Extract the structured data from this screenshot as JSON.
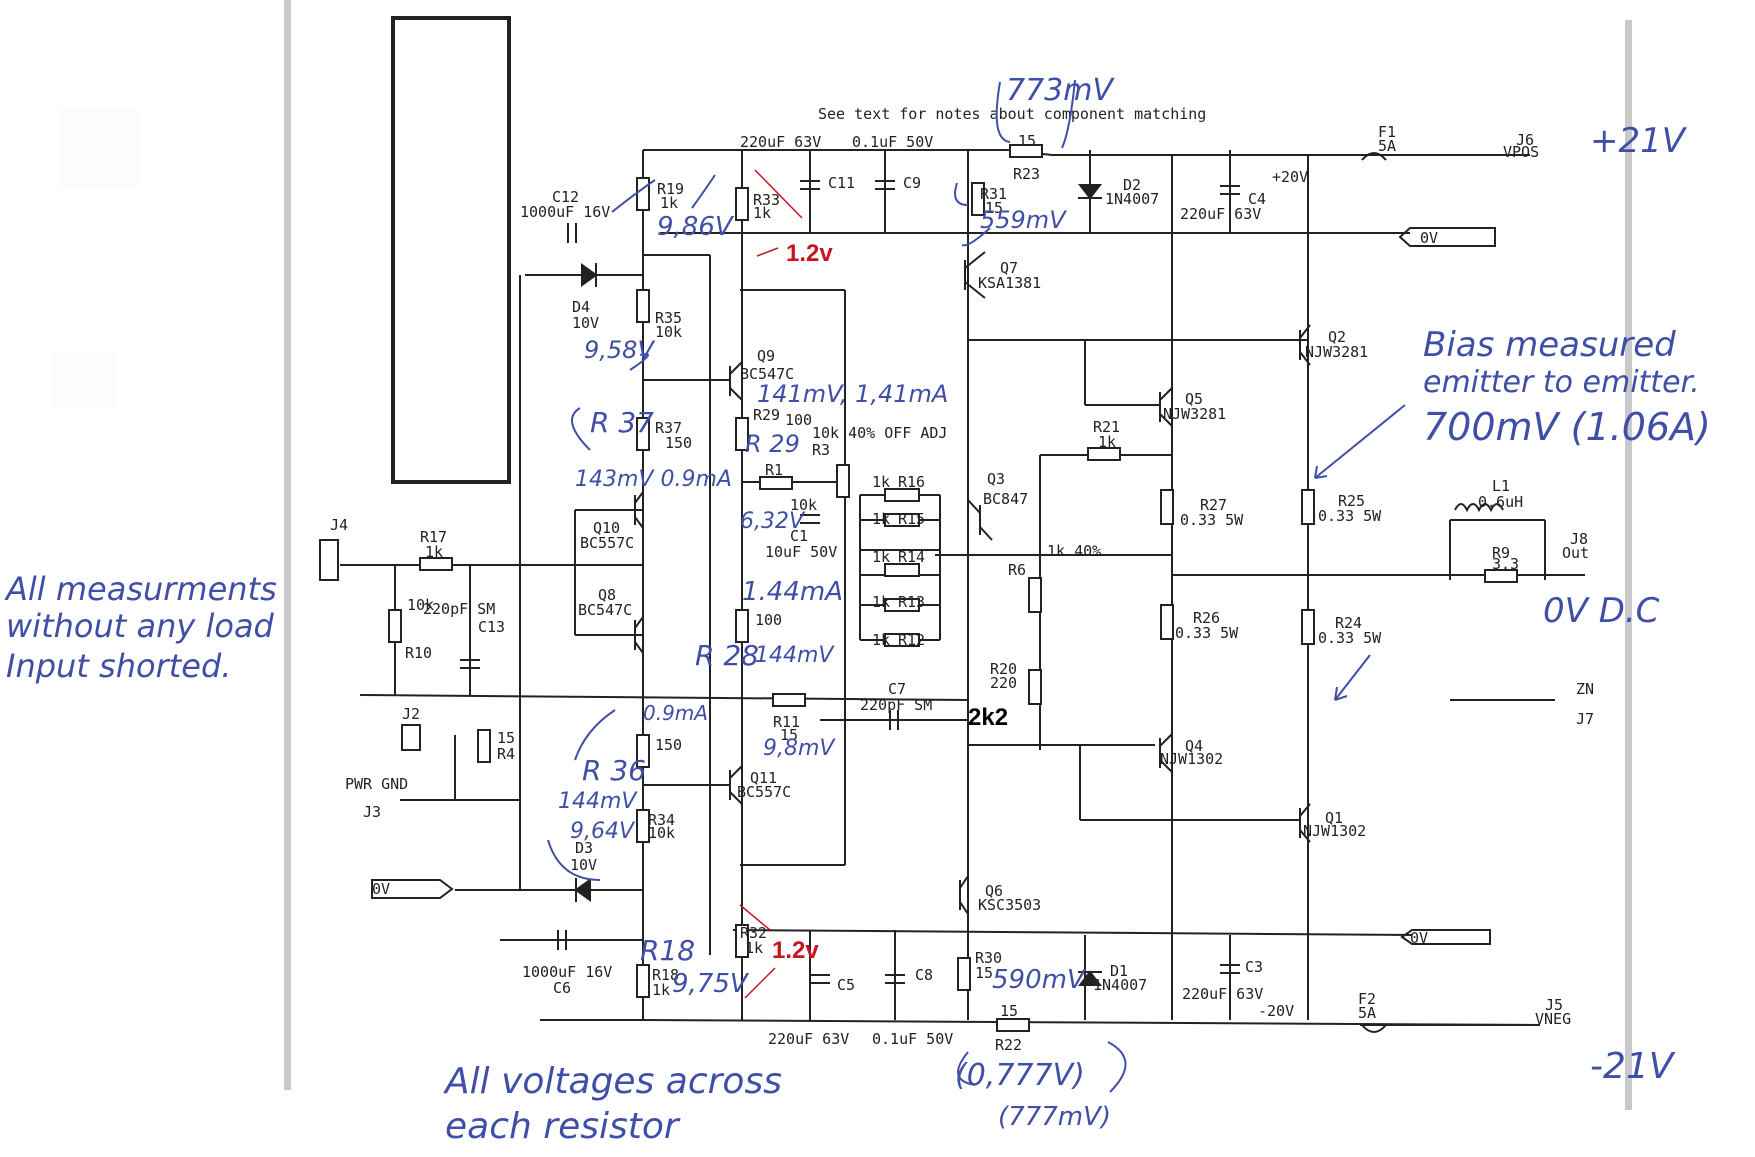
{
  "header_note": "See text for notes about component matching",
  "handwritten": {
    "all_measurements": [
      "All measurments",
      "without any load",
      "Input shorted."
    ],
    "all_voltages": [
      "All voltages across",
      "each resistor"
    ],
    "bias": [
      "Bias measured",
      "emitter to emitter.",
      "700mV (1.06A)"
    ],
    "ov_dc": "0V D.C",
    "vpos_plus21": "+21V",
    "vneg_minus21": "-21V",
    "r23_773mv": "773mV",
    "r31_559mv": "559mV",
    "r19_986v": "9,86V",
    "r35_958v": "9,58V",
    "q9_141mv": "141mV, 1,41mA",
    "r37_label": "R 37",
    "r37_143mv": "143mV 0.9mA",
    "r29_label": "R 29",
    "r1_632v": "6,32V",
    "r28_144ma": "1.44mA",
    "r28_label": "R 28",
    "r28_144mv": "144mV",
    "r36_09ma": "0.9mA",
    "r36_label": "R 36",
    "r36_144mv": "144mV",
    "r34_964v": "9,64V",
    "r11_98mv": "9,8mV",
    "r18_label": "R18",
    "r18_975v": "9,75V",
    "r30_590mv": "590mV",
    "r22_0777v": "(0,777V)",
    "r22_777mv": "(777mV)"
  },
  "red_annotations": {
    "top": "1.2v",
    "bottom": "1.2v"
  },
  "black_annotation": "2k2",
  "labels": {
    "c11_top": "220uF 63V",
    "c9_top": "0.1uF 50V",
    "c11": "C11",
    "c9": "C9",
    "r23": "R23",
    "r23_val": "15",
    "r31": "R31",
    "r31_val": "15",
    "d2": "D2",
    "d2_val": "1N4007",
    "c4": "C4",
    "c4_val": "220uF 63V",
    "plus20": "+20V",
    "f1": "F1",
    "f1_val": "5A",
    "j6": "J6",
    "vpos": "VPOS",
    "ov_top": "0V",
    "c12": "C12",
    "c12_val": "1000uF 16V",
    "r19": "R19",
    "r19_val": "1k",
    "r33": "R33",
    "r33_val": "1k",
    "d4": "D4",
    "d4_val": "10V",
    "r35": "R35",
    "r35_val": "10k",
    "q7": "Q7",
    "q7_val": "KSA1381",
    "q9": "Q9",
    "q9_val": "BC547C",
    "r37": "R37",
    "r37_val": "150",
    "r29": "R29",
    "r29_val": "100",
    "r3_note": "10k 40% OFF ADJ",
    "r3": "R3",
    "q2": "Q2",
    "q2_val": "NJW3281",
    "q5": "Q5",
    "q5_val": "NJW3281",
    "r21": "R21",
    "r21_val": "1k",
    "r1": "R1",
    "r1_val": "10k",
    "c1": "C1",
    "c1_val": "10uF 50V",
    "r16": "R16",
    "r15": "R15",
    "r14": "R14",
    "r13": "R13",
    "r12": "R12",
    "r1k": "1k",
    "q3": "Q3",
    "q3_val": "BC847",
    "r27": "R27",
    "r27_val": "0.33 5W",
    "r25": "R25",
    "r25_val": "0.33 5W",
    "l1": "L1",
    "l1_val": "0.6uH",
    "r9": "R9",
    "r9_val": "3.3",
    "j8": "J8",
    "out": "Out",
    "j4": "J4",
    "r17": "R17",
    "r17_val": "1k",
    "q10": "Q10",
    "q10_val": "BC557C",
    "q8": "Q8",
    "q8_val": "BC547C",
    "r10": "R10",
    "r10_val": "10k",
    "c13": "C13",
    "c13_val": "220pF SM",
    "r28": "R28",
    "r28_val": "100",
    "r6": "R6",
    "r6_note": "1k 40%",
    "r26": "R26",
    "r26_val": "0.33 5W",
    "r24": "R24",
    "r24_val": "0.33 5W",
    "c7": "C7",
    "c7_val": "220pF SM",
    "r20": "R20",
    "r20_val": "220",
    "r11": "R11",
    "r11_val": "15",
    "j2": "J2",
    "r4": "R4",
    "r4_val": "15",
    "zn": "ZN",
    "j7": "J7",
    "r36": "R36",
    "r36_val": "150",
    "pwr_gnd": "PWR GND",
    "j3": "J3",
    "q11": "Q11",
    "q11_val": "BC557C",
    "q4": "Q4",
    "q4_val": "NJW1302",
    "q1": "Q1",
    "q1_val": "NJW1302",
    "r34": "R34",
    "r34_val": "10k",
    "d3": "D3",
    "d3_val": "10V",
    "ov_left": "0V",
    "q6": "Q6",
    "q6_val": "KSC3503",
    "ov_bottom": "0V",
    "c6": "C6",
    "c6_val": "1000uF 16V",
    "r32": "R32",
    "r32_val": "1k",
    "r18": "R18",
    "r18_val": "1k",
    "c5": "C5",
    "c8": "C8",
    "r30": "R30",
    "r30_val": "15",
    "d1": "D1",
    "d1_val": "1N4007",
    "c3": "C3",
    "c3_val": "220uF 63V",
    "minus20": "-20V",
    "f2": "F2",
    "f2_val": "5A",
    "j5": "J5",
    "vneg": "VNEG",
    "c5_bot": "220uF 63V",
    "c8_bot": "0.1uF 50V",
    "r22": "R22",
    "r22_val": "15"
  }
}
